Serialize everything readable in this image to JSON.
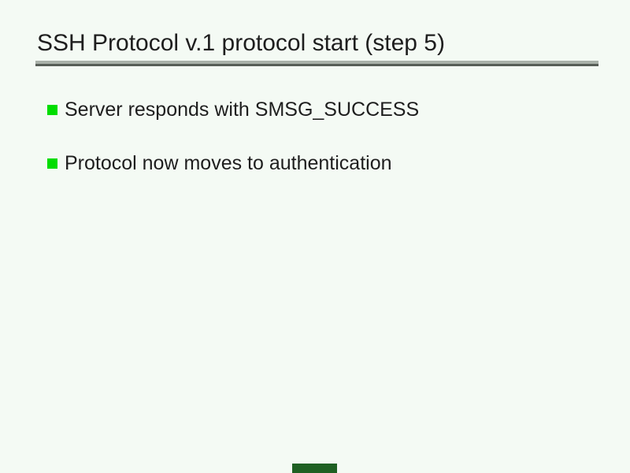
{
  "slide": {
    "title": "SSH Protocol v.1 protocol start (step 5)",
    "bullets": [
      "Server responds with SMSG_SUCCESS",
      "Protocol now moves to authentication"
    ]
  },
  "colors": {
    "background": "#f4faf4",
    "text": "#1e1e1e",
    "bullet_marker_green": "#00dd00",
    "rule_light_gray": "#a9b1a9",
    "rule_dark_gray": "#575e57",
    "progress_indicator_green": "#1f6023"
  }
}
